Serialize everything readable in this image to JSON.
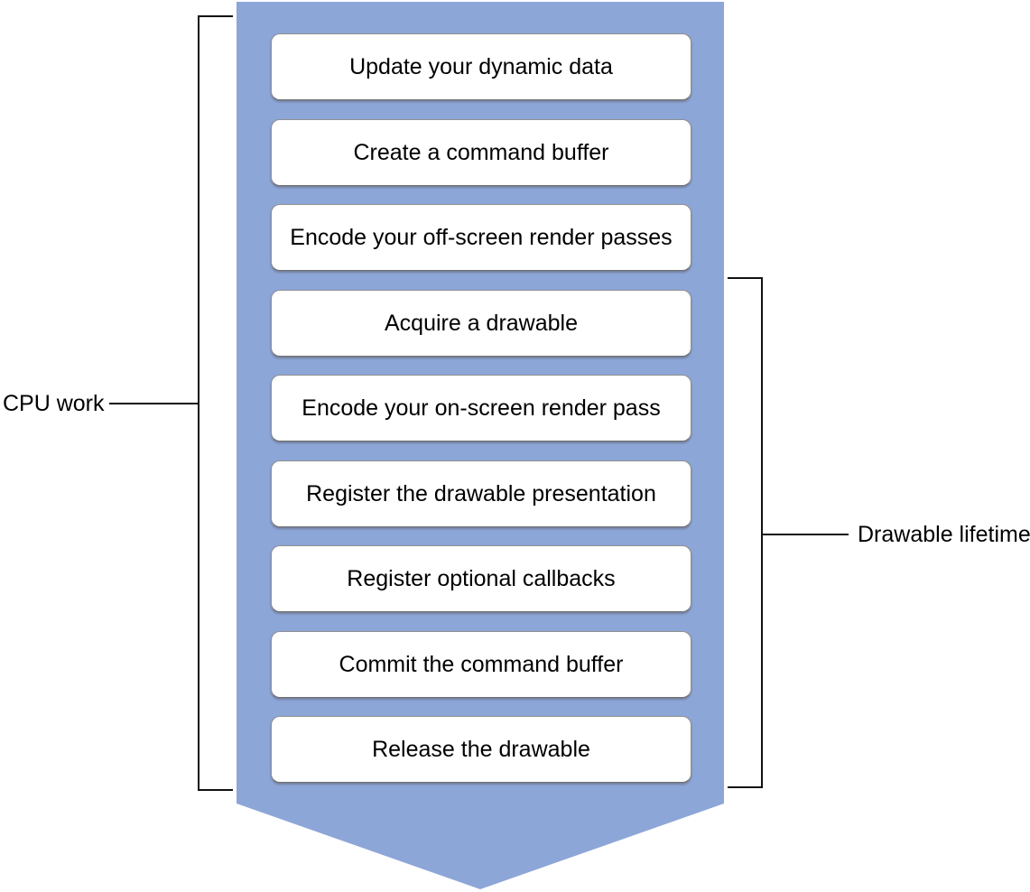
{
  "steps": [
    "Update your dynamic data",
    "Create a command buffer",
    "Encode your off-screen render passes",
    "Acquire a drawable",
    "Encode your on-screen render pass",
    "Register the drawable presentation",
    "Register optional callbacks",
    "Commit the command buffer",
    "Release the drawable"
  ],
  "annotations": {
    "left_label": "CPU work",
    "right_label": "Drawable lifetime"
  },
  "colors": {
    "arrow_fill": "#8da6d8",
    "box_fill": "#ffffff",
    "box_border": "#8f8f8f",
    "line_color": "#111111",
    "text_color": "#000000"
  }
}
